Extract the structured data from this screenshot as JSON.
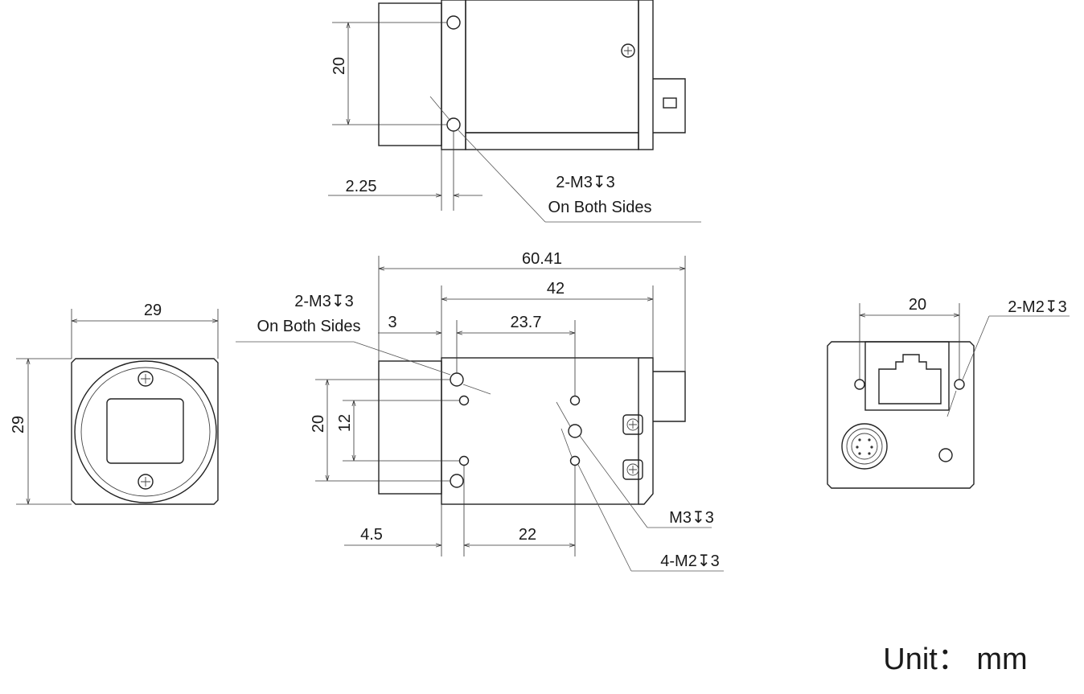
{
  "unit_label": "Unit： mm",
  "top_view": {
    "dim_20": "20",
    "dim_2_25": "2.25",
    "callout_line1": "2-M3↧3",
    "callout_line2": "On Both Sides"
  },
  "front_view": {
    "dim_width": "29",
    "dim_height": "29"
  },
  "side_view": {
    "dim_60_41": "60.41",
    "dim_42": "42",
    "dim_3": "3",
    "dim_23_7": "23.7",
    "dim_20": "20",
    "dim_12": "12",
    "dim_4_5": "4.5",
    "dim_22": "22",
    "callout_line1": "2-M3↧3",
    "callout_line2": "On Both Sides",
    "callout_m3": "M3↧3",
    "callout_4m2": "4-M2↧3"
  },
  "rear_view": {
    "dim_20": "20",
    "callout_2m2": "2-M2↧3"
  }
}
